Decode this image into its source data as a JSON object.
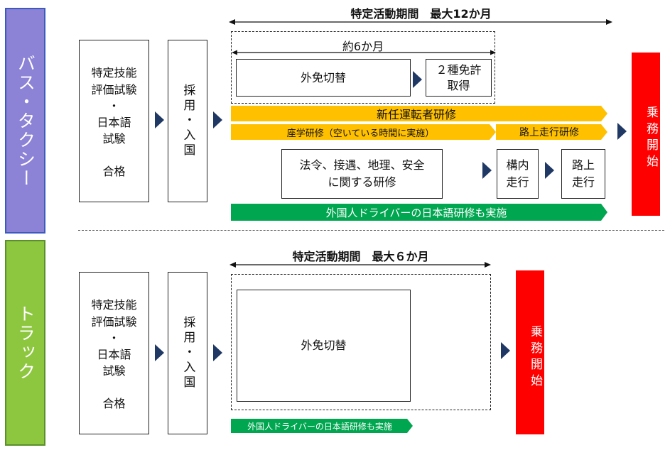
{
  "colors": {
    "bus_bar": "#8c82d6",
    "bus_border": "#3d5bbf",
    "truck_bar": "#8dc63f",
    "truck_border": "#5a8f2b",
    "yellow": "#ffc000",
    "green": "#00a650",
    "red": "#ff0000",
    "navy": "#1f3864"
  },
  "bus": {
    "category": "バス・タクシー",
    "period_title": "特定活動期間　最大12か月",
    "sub_period": "約6か月",
    "exam_box": "特定技能\n評価試験\n・\n日本語\n試験\n\n合格",
    "hire_box": "採用・入国",
    "license_switch": "外免切替",
    "license_2nd": "２種免許\n取得",
    "new_driver_training": "新任運転者研修",
    "classroom_training": "座学研修（空いている時間に実施）",
    "road_training": "路上走行研修",
    "law_training": "法令、接遇、地理、安全\nに関する研修",
    "yard_driving": "構内\n走行",
    "road_driving": "路上\n走行",
    "japanese_training": "外国人ドライバーの日本語研修も実施",
    "start_duty": "乗務開始"
  },
  "truck": {
    "category": "トラック",
    "period_title": "特定活動期間　最大６か月",
    "exam_box": "特定技能\n評価試験\n・\n日本語\n試験\n\n合格",
    "hire_box": "採用・入国",
    "license_switch": "外免切替",
    "japanese_training": "外国人ドライバーの日本語研修も実施",
    "start_duty": "乗務開始"
  }
}
